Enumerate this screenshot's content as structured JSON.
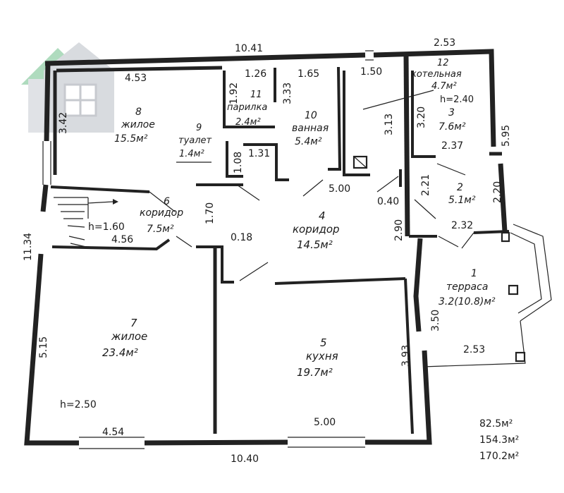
{
  "logo": {
    "name": "house-logo-icon",
    "color": "#6fbf8a"
  },
  "rooms": [
    {
      "id": "room-8",
      "num": "8",
      "name": "жилое",
      "area": "15.5м²"
    },
    {
      "id": "room-9",
      "num": "9",
      "name": "туалет",
      "area": "1.4м²"
    },
    {
      "id": "room-11",
      "num": "11",
      "name": "парилка",
      "area": "2.4м²"
    },
    {
      "id": "room-10",
      "num": "10",
      "name": "ванная",
      "area": "5.4м²"
    },
    {
      "id": "room-12",
      "num": "12",
      "name": "котельная",
      "area": "4.7м²",
      "extra": "h=2.40"
    },
    {
      "id": "room-3",
      "num": "3",
      "name": "",
      "area": "7.6м²"
    },
    {
      "id": "room-2",
      "num": "2",
      "name": "",
      "area": "5.1м²"
    },
    {
      "id": "room-6",
      "num": "6",
      "name": "коридор",
      "area": "7.5м²"
    },
    {
      "id": "room-4",
      "num": "4",
      "name": "коридор",
      "area": "14.5м²"
    },
    {
      "id": "room-1",
      "num": "1",
      "name": "терраса",
      "area": "3.2(10.8)м²"
    },
    {
      "id": "room-7",
      "num": "7",
      "name": "жилое",
      "area": "23.4м²"
    },
    {
      "id": "room-5",
      "num": "5",
      "name": "кухня",
      "area": "19.7м²"
    }
  ],
  "heights": {
    "stair": "h=1.60",
    "main": "h=2.50"
  },
  "dimensions": {
    "top_total": "10.41",
    "top_left": "4.53",
    "d_126": "1.26",
    "d_165": "1.65",
    "d_150": "1.50",
    "terrace_top": "2.53",
    "d_192": "1.92",
    "d_333": "3.33",
    "d_342": "3.42",
    "d_320": "3.20",
    "d_313": "3.13",
    "d_595": "5.95",
    "d_237": "2.37",
    "d_108": "1.08",
    "d_131": "1.31",
    "d_500a": "5.00",
    "d_221": "2.21",
    "d_220": "2.20",
    "d_040": "0.40",
    "d_232": "2.32",
    "d_170": "1.70",
    "d_456": "4.56",
    "d_018": "0.18",
    "d_290": "2.90",
    "d_1134": "11.34",
    "d_515": "5.15",
    "d_393": "3.93",
    "d_350": "3.50",
    "d_253b": "2.53",
    "d_454": "4.54",
    "d_500b": "5.00",
    "bottom_total": "10.40"
  },
  "totals": [
    "82.5м²",
    "154.3м²",
    "170.2м²"
  ]
}
